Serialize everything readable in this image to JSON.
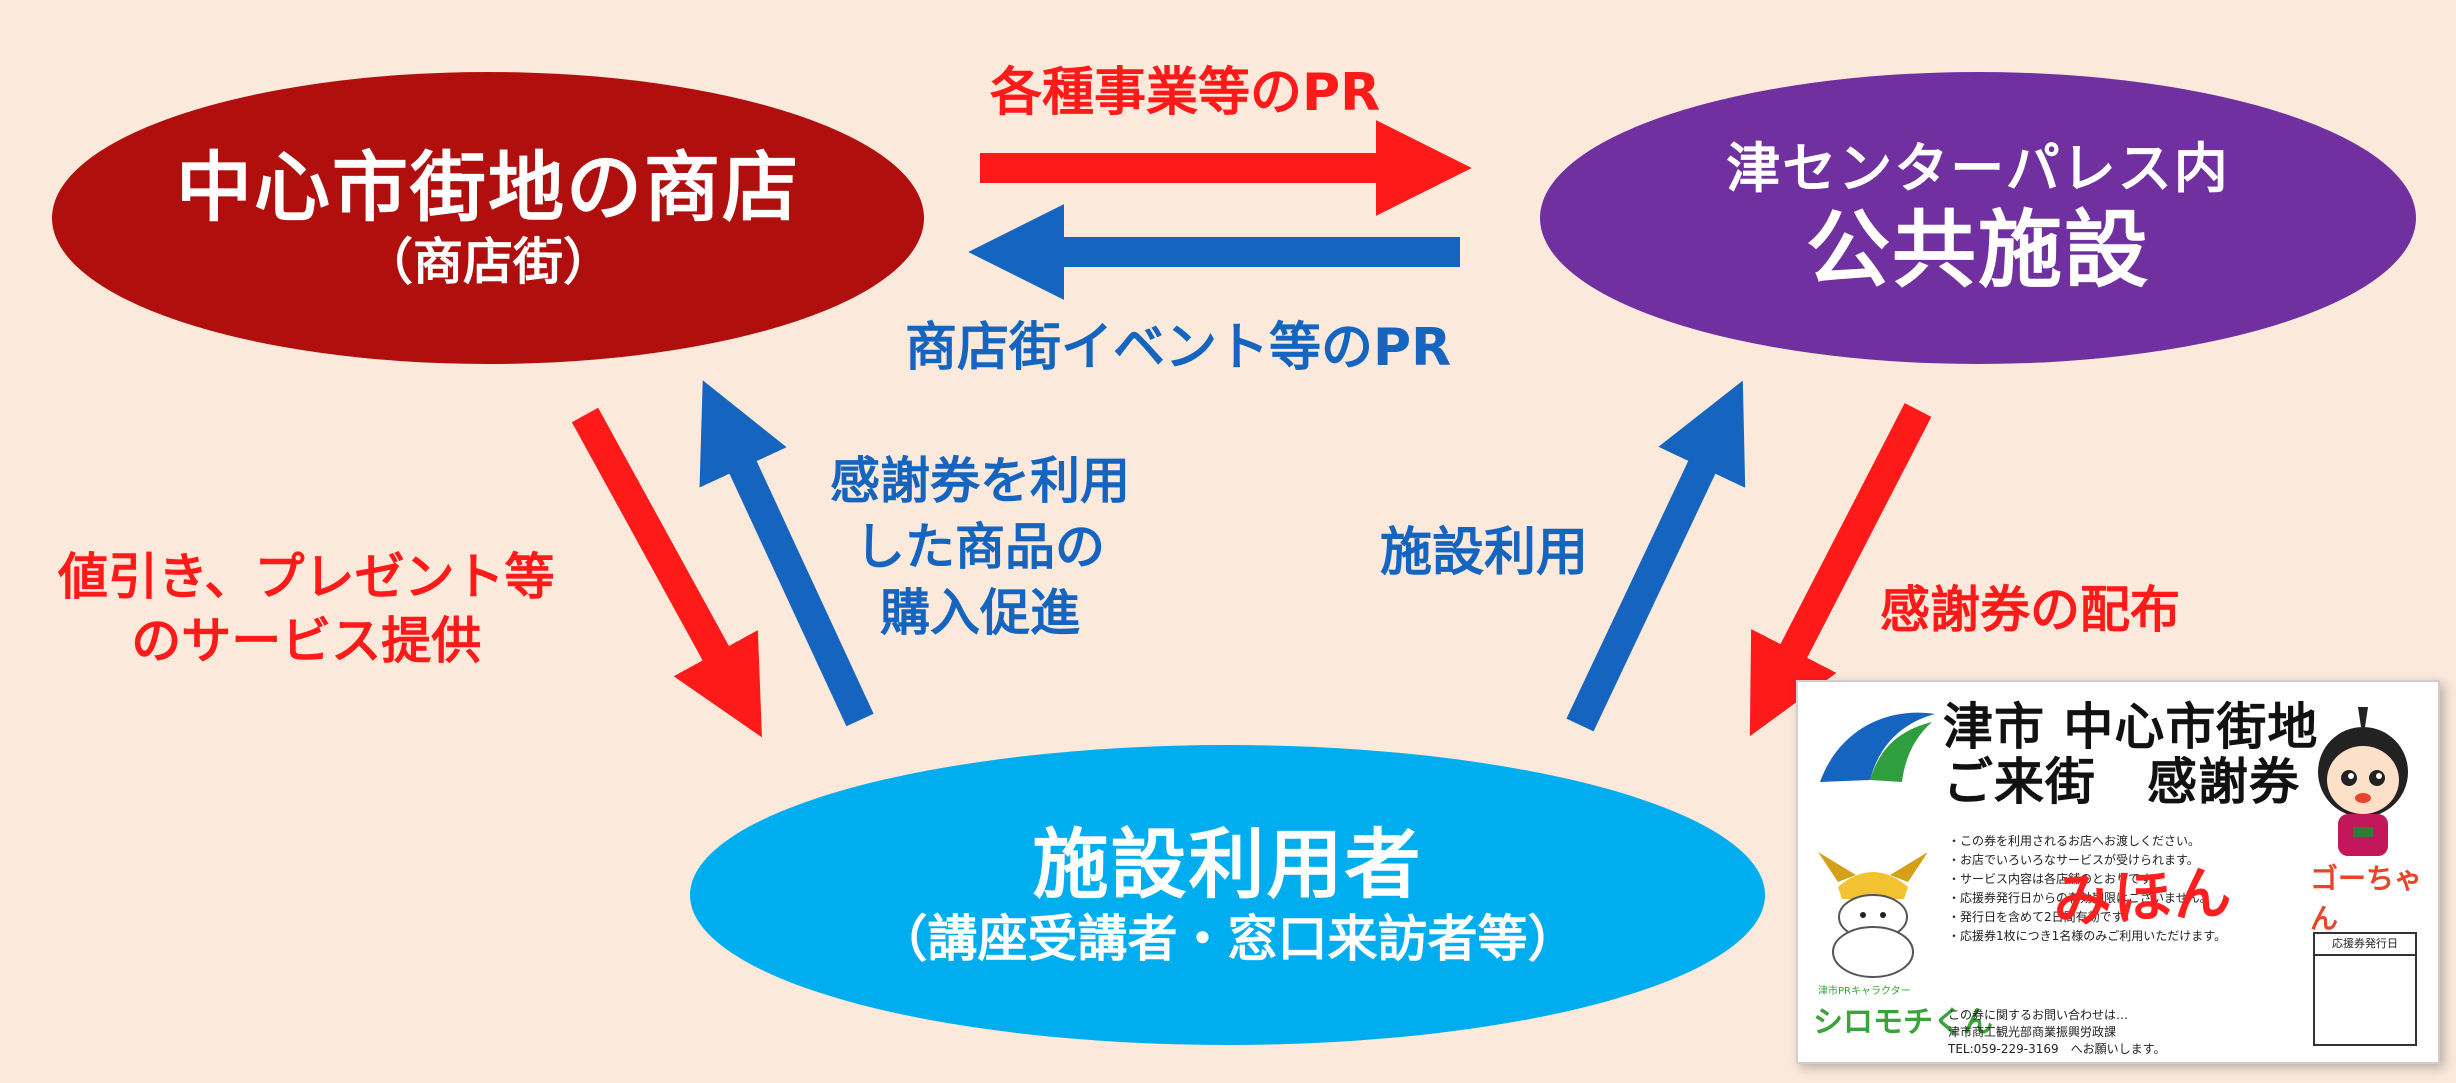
{
  "nodes": {
    "shops": {
      "title": "中心市街地の商店",
      "subtitle": "（商店街）",
      "color": "#b10e0e"
    },
    "facility": {
      "line1": "津センターパレス内",
      "line2": "公共施設",
      "color": "#7030a0"
    },
    "users": {
      "title": "施設利用者",
      "subtitle": "（講座受講者・窓口来訪者等）",
      "color": "#00aeef"
    }
  },
  "labels": {
    "pr_top": "各種事業等のPR",
    "pr_bottom": "商店街イベント等のPR",
    "discount_line1": "値引き、プレゼント等",
    "discount_line2": "のサービス提供",
    "voucher_use_line1": "感謝券を利用",
    "voucher_use_line2": "した商品の",
    "voucher_use_line3": "購入促進",
    "facility_use": "施設利用",
    "distribution": "感謝券の配布"
  },
  "ticket": {
    "title_line1": "津市 中心市街地",
    "title_line2": "ご来街　感謝券",
    "sample": "みほん",
    "rules": [
      "・この券を利用されるお店へお渡しください。",
      "・お店でいろいろなサービスが受けられます。",
      "・サービス内容は各店舗のとおりです。",
      "・応援券発行日からの有効期限はございません。",
      "・発行日を含めて2日間有効です。",
      "・応援券1枚につき1名様のみご利用いただけます。"
    ],
    "stamp_label": "応援券発行日",
    "contact_line1": "この券に関するお問い合わせは…",
    "contact_line2": "津市商工観光部商業振興労政課",
    "contact_line3": "TEL:059-229-3169　へお願いします。",
    "go_name": "ゴーちゃん",
    "shiro_small": "津市PRキャラクター",
    "shiro_name": "シロモチくん"
  },
  "colors": {
    "red": "#ff1a1a",
    "blue": "#1565c0",
    "background": "#fbe9dc"
  }
}
